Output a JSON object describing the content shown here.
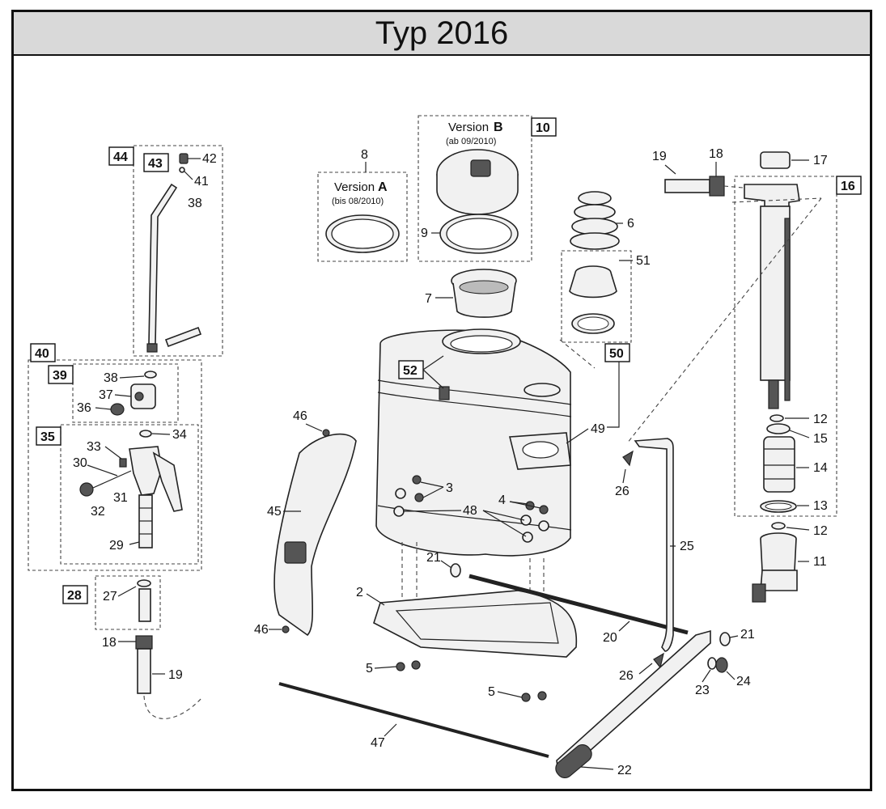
{
  "title": "Typ 2016",
  "versions": {
    "a": {
      "prefix": "Version ",
      "letter": "A",
      "date": "(bis 08/2010)"
    },
    "b": {
      "prefix": "Version ",
      "letter": "B",
      "date": "(ab 09/2010)"
    }
  },
  "group_tags": {
    "t10": "10",
    "t16": "16",
    "t28": "28",
    "t35": "35",
    "t39": "39",
    "t40": "40",
    "t43": "43",
    "t44": "44",
    "t50": "50",
    "t52": "52"
  },
  "part_labels": {
    "p2": "2",
    "p3": "3",
    "p4": "4",
    "p5a": "5",
    "p5b": "5",
    "p6": "6",
    "p7": "7",
    "p8": "8",
    "p9": "9",
    "p11": "11",
    "p12a": "12",
    "p12b": "12",
    "p13": "13",
    "p14": "14",
    "p15": "15",
    "p17": "17",
    "p18a": "18",
    "p18b": "18",
    "p19a": "19",
    "p19b": "19",
    "p20": "20",
    "p21a": "21",
    "p21b": "21",
    "p22": "22",
    "p23": "23",
    "p24": "24",
    "p25": "25",
    "p26a": "26",
    "p26b": "26",
    "p27": "27",
    "p29": "29",
    "p30": "30",
    "p31": "31",
    "p32": "32",
    "p33": "33",
    "p34": "34",
    "p36": "36",
    "p37": "37",
    "p38a": "38",
    "p38b": "38",
    "p41": "41",
    "p42": "42",
    "p45": "45",
    "p46a": "46",
    "p46b": "46",
    "p47": "47",
    "p48": "48",
    "p49": "49",
    "p51": "51"
  }
}
